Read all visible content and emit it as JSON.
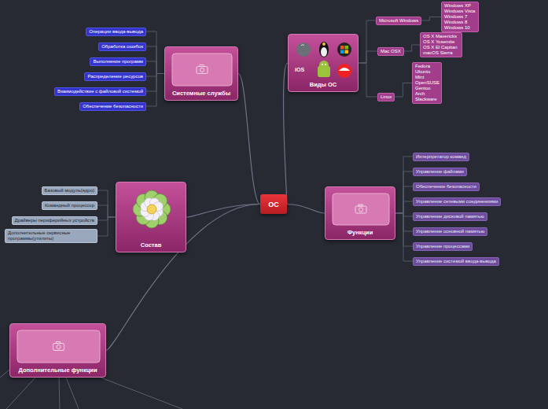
{
  "diagram": {
    "nodes": [
      {
        "text": [
          "ОС"
        ]
      },
      {
        "text": [
          "Системные службы"
        ]
      },
      {
        "text": [
          "Операции ввода-вывода"
        ]
      },
      {
        "text": [
          "Обработка ошибок"
        ]
      },
      {
        "text": [
          "Выполнение программ"
        ]
      },
      {
        "text": [
          "Распределение ресурсов"
        ]
      },
      {
        "text": [
          "Взаимодействие с файловой системой"
        ]
      },
      {
        "text": [
          "Обеспечение безопасности"
        ]
      },
      {
        "text": [
          "Виды ОС"
        ]
      },
      {
        "text": [
          "Microsoft Windows"
        ]
      },
      {
        "text": [
          "Windows XP Windows Vista Windows 7 Windows 8 Windows 10"
        ]
      },
      {
        "text": [
          "Mac OSX"
        ]
      },
      {
        "text": [
          "OS X Mavericks OS X Yosemite OS X El Capitan macOS Sierra"
        ]
      },
      {
        "text": [
          "Linux"
        ]
      },
      {
        "text": [
          "Fedora Ubuntu Mint OpenSUSE Gentoo Arch Slackware"
        ]
      },
      {
        "text": [
          "Функции"
        ]
      },
      {
        "text": [
          "Интерпретатор команд"
        ]
      },
      {
        "text": [
          "Управление файлами"
        ]
      },
      {
        "text": [
          "Обеспечение безопасности"
        ]
      },
      {
        "text": [
          "Управление сетевыми соединениями"
        ]
      },
      {
        "text": [
          "Управление дисковой памятью"
        ]
      },
      {
        "text": [
          "Управление основной памятью"
        ]
      },
      {
        "text": [
          "Управление процессами"
        ]
      },
      {
        "text": [
          "Управление системой ввода-вывода"
        ]
      },
      {
        "text": [
          "Состав"
        ]
      },
      {
        "text": [
          "Базовый модуль(ядро)"
        ]
      },
      {
        "text": [
          "Командный процессор"
        ]
      },
      {
        "text": [
          "Драйверы периферийных устройств"
        ]
      },
      {
        "text": [
          "Дополнительные сервисные программы(утилиты)"
        ]
      },
      {
        "text": [
          "Дополнительные функции"
        ]
      }
    ],
    "edges": [
      {
        "from": 0,
        "to": 1,
        "arrow": "none"
      },
      {
        "from": 0,
        "to": 8,
        "arrow": "none"
      },
      {
        "from": 0,
        "to": 15,
        "arrow": "none"
      },
      {
        "from": 0,
        "to": 24,
        "arrow": "none"
      },
      {
        "from": 0,
        "to": 29,
        "arrow": "none"
      },
      {
        "from": 1,
        "to": 2,
        "arrow": "none"
      },
      {
        "from": 1,
        "to": 3,
        "arrow": "none"
      },
      {
        "from": 1,
        "to": 4,
        "arrow": "none"
      },
      {
        "from": 1,
        "to": 5,
        "arrow": "none"
      },
      {
        "from": 1,
        "to": 6,
        "arrow": "none"
      },
      {
        "from": 1,
        "to": 7,
        "arrow": "none"
      },
      {
        "from": 8,
        "to": 9,
        "arrow": "none"
      },
      {
        "from": 8,
        "to": 11,
        "arrow": "none"
      },
      {
        "from": 8,
        "to": 13,
        "arrow": "none"
      },
      {
        "from": 9,
        "to": 10,
        "arrow": "none"
      },
      {
        "from": 11,
        "to": 12,
        "arrow": "none"
      },
      {
        "from": 13,
        "to": 14,
        "arrow": "none"
      },
      {
        "from": 15,
        "to": 16,
        "arrow": "none"
      },
      {
        "from": 15,
        "to": 17,
        "arrow": "none"
      },
      {
        "from": 15,
        "to": 18,
        "arrow": "none"
      },
      {
        "from": 15,
        "to": 19,
        "arrow": "none"
      },
      {
        "from": 15,
        "to": 20,
        "arrow": "none"
      },
      {
        "from": 15,
        "to": 21,
        "arrow": "none"
      },
      {
        "from": 15,
        "to": 22,
        "arrow": "none"
      },
      {
        "from": 15,
        "to": 23,
        "arrow": "none"
      },
      {
        "from": 24,
        "to": 25,
        "arrow": "none"
      },
      {
        "from": 24,
        "to": 26,
        "arrow": "none"
      },
      {
        "from": 24,
        "to": 27,
        "arrow": "none"
      },
      {
        "from": 24,
        "to": 28,
        "arrow": "none"
      }
    ],
    "labels": [
      "iOS"
    ]
  }
}
